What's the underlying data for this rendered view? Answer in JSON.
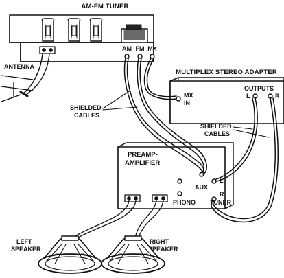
{
  "diagram": {
    "tuner": {
      "title": "AM-FM TUNER",
      "jacks": [
        "AM",
        "FM",
        "MX"
      ]
    },
    "antenna": {
      "label": "ANTENNA"
    },
    "adapter": {
      "title": "MULTIPLEX STEREO ADAPTER",
      "mx_in": [
        "MX",
        "IN"
      ],
      "outputs": "OUTPUTS",
      "left": "L",
      "right": "R"
    },
    "cables_left": [
      "SHIELDED",
      "CABLES"
    ],
    "cables_right": [
      "SHIELDED",
      "CABLES"
    ],
    "preamp": {
      "title": [
        "PREAMP-",
        "AMPLIFIER"
      ],
      "aux": "AUX",
      "phono": "PHONO",
      "tuner": "TUNER",
      "l": "L",
      "r": "R"
    },
    "left_speaker": [
      "LEFT",
      "SPEAKER"
    ],
    "right_speaker": [
      "RIGHT",
      "SPEAKER"
    ]
  }
}
